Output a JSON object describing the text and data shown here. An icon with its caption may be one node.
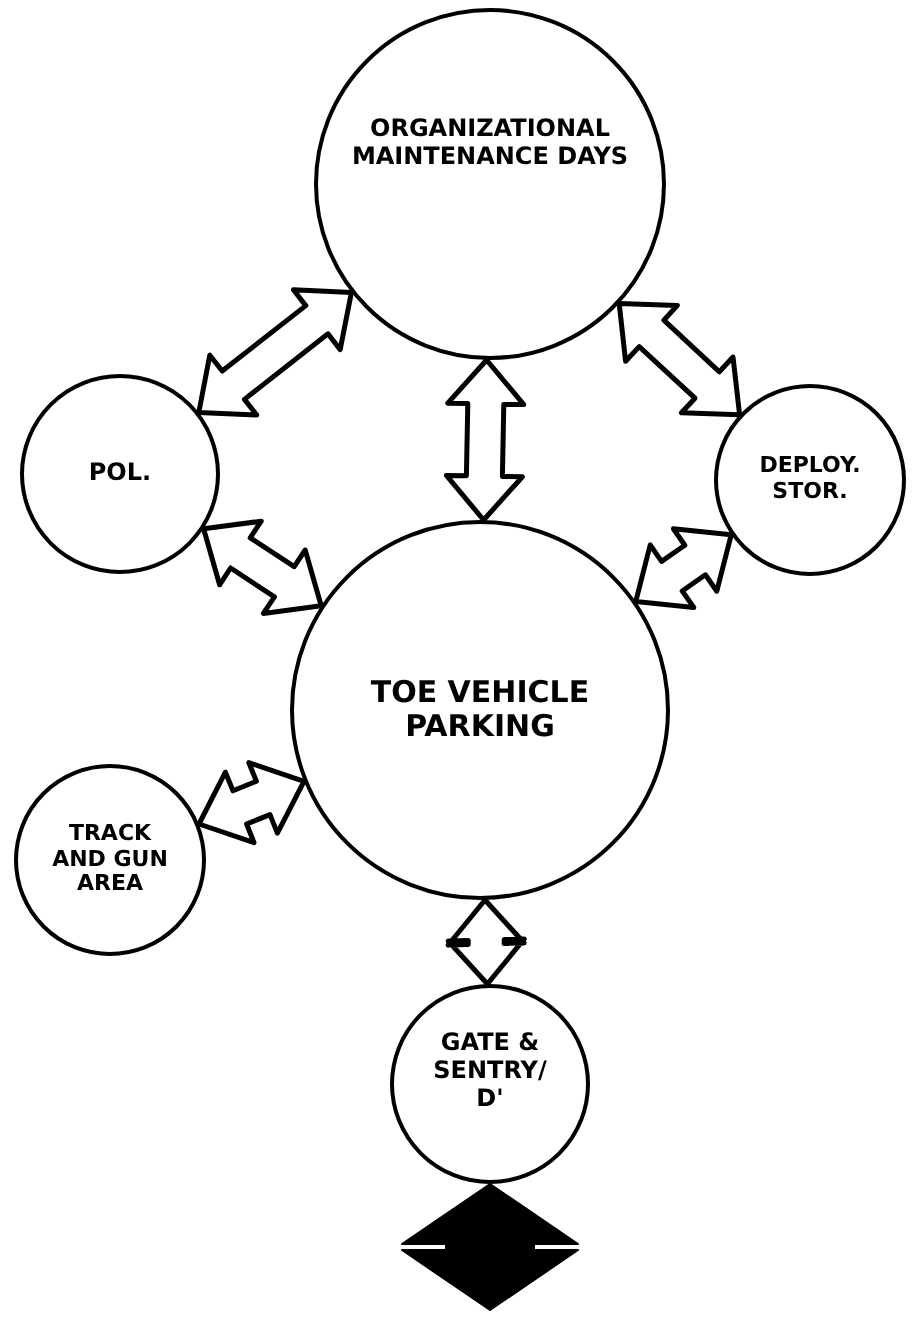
{
  "diagram": {
    "nodes": [
      {
        "text": [
          "ORGANIZATIONAL MAINTENANCE DAYS"
        ]
      },
      {
        "text": [
          "POL."
        ]
      },
      {
        "text": [
          "DEPLOY. STOR."
        ]
      },
      {
        "text": [
          "TOE VEHICLE PARKING"
        ]
      },
      {
        "text": [
          "TRACK AND GUN AREA"
        ]
      },
      {
        "text": [
          "GATE & SENTRY/ D'"
        ]
      }
    ],
    "edges": [
      {
        "from": 1,
        "to": 0,
        "arrow": "both"
      },
      {
        "from": 0,
        "to": 3,
        "arrow": "both"
      },
      {
        "from": 0,
        "to": 2,
        "arrow": "both"
      },
      {
        "from": 1,
        "to": 3,
        "arrow": "both"
      },
      {
        "from": 2,
        "to": 3,
        "arrow": "both"
      },
      {
        "from": 4,
        "to": 3,
        "arrow": "both"
      },
      {
        "from": 3,
        "to": 5,
        "arrow": "both"
      },
      {
        "from": 5,
        "to": null,
        "arrow": "both",
        "style": "thick"
      }
    ]
  }
}
